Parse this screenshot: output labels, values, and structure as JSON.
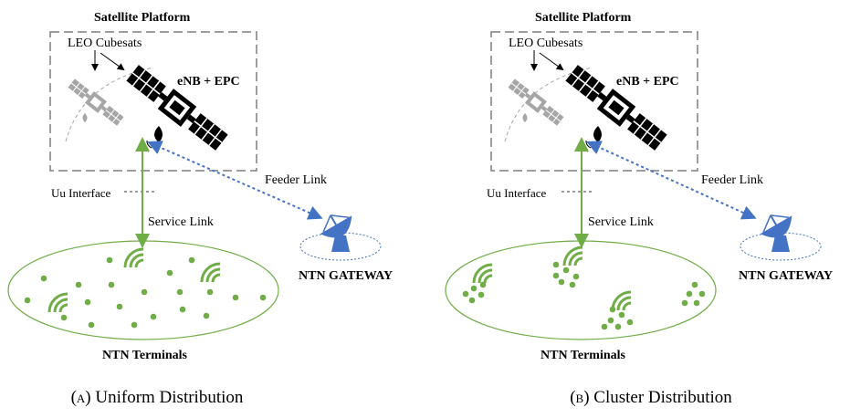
{
  "panels": [
    {
      "distribution": "uniform",
      "platform_title": "Satellite Platform",
      "cubesats_label": "LEO Cubesats",
      "enb_label": "eNB + EPC",
      "feeder_label": "Feeder Link",
      "uu_label": "Uu Interface",
      "service_label": "Service Link",
      "gateway_label": "NTN GATEWAY",
      "terminals_label": "NTN Terminals",
      "caption_letter": "(a)",
      "caption_text": "Uniform Distribution"
    },
    {
      "distribution": "cluster",
      "platform_title": "Satellite Platform",
      "cubesats_label": "LEO Cubesats",
      "enb_label": "eNB + EPC",
      "feeder_label": "Feeder Link",
      "uu_label": "Uu Interface",
      "service_label": "Service Link",
      "gateway_label": "NTN GATEWAY",
      "terminals_label": "NTN Terminals",
      "caption_letter": "(b)",
      "caption_text": "Cluster Distribution"
    }
  ],
  "colors": {
    "terminal_green": "#70ad47",
    "feeder_blue": "#4472c4",
    "gateway_blue": "#4472c4",
    "satellite_dark": "#000000",
    "satellite_gray": "#a6a6a6",
    "box_border": "#7f7f7f"
  },
  "icons": [
    "satellite-icon",
    "satellite-dish-icon",
    "signal-waves-icon",
    "terminal-dot-icon"
  ]
}
